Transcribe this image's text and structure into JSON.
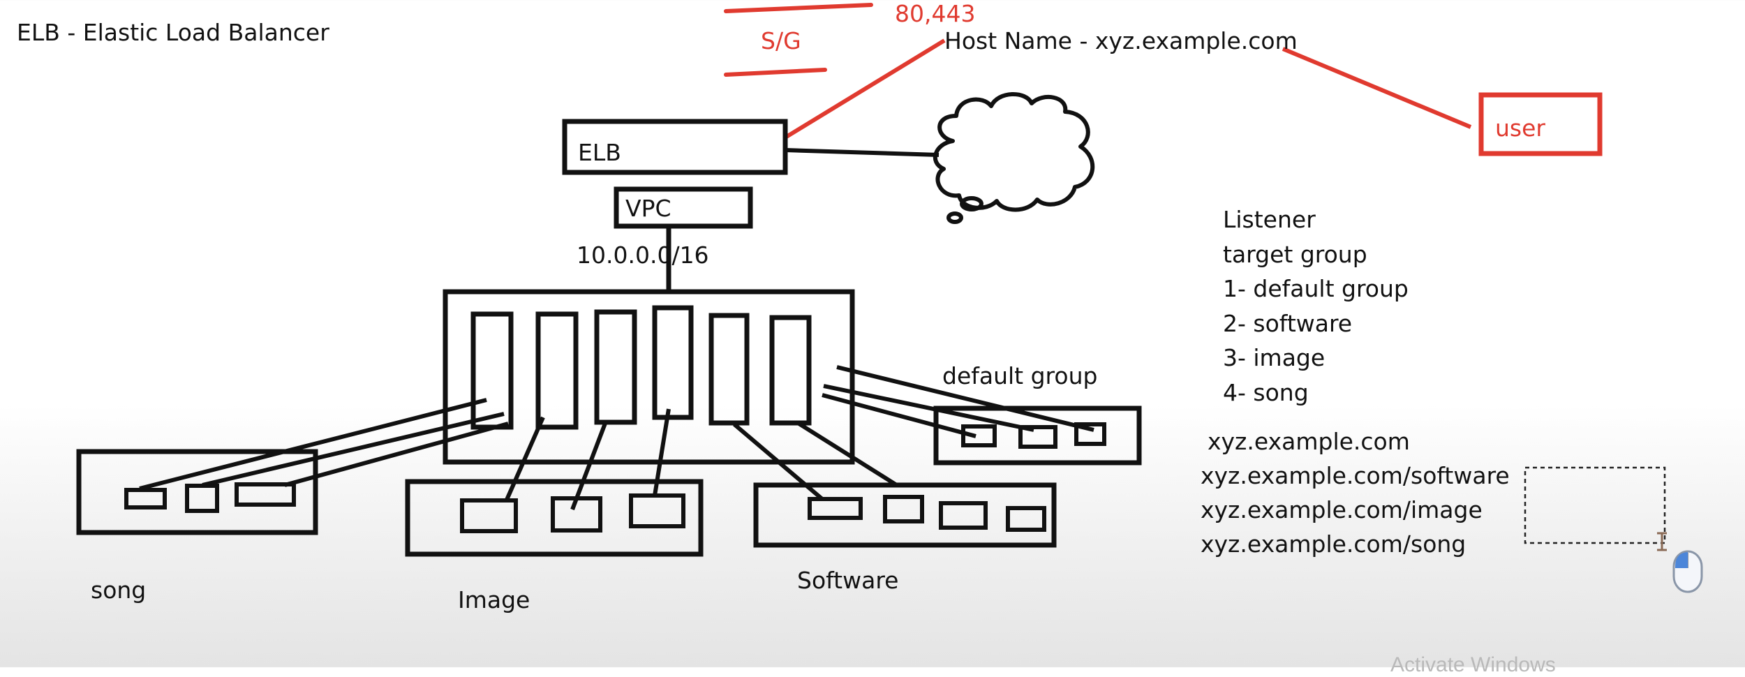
{
  "title": "ELB - Elastic Load Balancer",
  "sg": {
    "label": "S/G",
    "ports": "80,443"
  },
  "host_name": "Host Name - xyz.example.com",
  "user_label": "user",
  "elb_label": "ELB",
  "vpc_label": "VPC",
  "cidr": "10.0.0.0/16",
  "groups": {
    "default": "default group",
    "song": "song",
    "image": "Image",
    "software": "Software"
  },
  "listener_list": [
    "Listener",
    "target group",
    "1- default group",
    "2- software",
    "3- image",
    "4- song"
  ],
  "url_list": [
    "xyz.example.com",
    "xyz.example.com/software",
    "xyz.example.com/image",
    "xyz.example.com/song"
  ],
  "watermark": "Activate Windows",
  "colors": {
    "ink": "#111111",
    "annotation_red": "#e03a2f",
    "background": "#ffffff"
  },
  "icons": [
    "cloud-icon",
    "mouse-icon",
    "text-cursor-icon"
  ]
}
